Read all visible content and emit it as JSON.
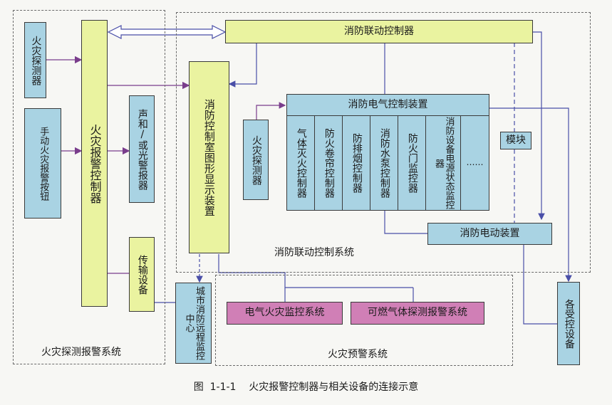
{
  "regions": {
    "fire_detection": "火灾探测报警系统",
    "fire_linkage": "消防联动控制系统",
    "fire_warning": "火灾预警系统"
  },
  "blocks": {
    "fire_detector_left": "火灾探测器",
    "manual_alarm_button": "手动火灾报警按钮",
    "fire_alarm_controller": "火灾报警控制器",
    "sound_light_alarm": "声和/或光警报器",
    "transmission_device": "传输设备",
    "linkage_controller": "消防联动控制器",
    "graphic_display": "消防控制室图形显示装置",
    "fire_detector_right": "火灾探测器",
    "electrical_control_device": "消防电气控制装置",
    "gas_extinguishing": "气体灭火控制器",
    "shutter_controller": "防火卷帘控制器",
    "smoke_exhaust": "防排烟控制器",
    "water_pump": "消防水泵控制器",
    "fire_door": "防火门监控器",
    "power_monitor": "消防设备电源状态监控器",
    "ellipsis": "……",
    "module": "模块",
    "electric_device": "消防电动装置",
    "remote_monitor_center": "城市消防远程监控中心",
    "electrical_fire_monitor": "电气火灾监控系统",
    "gas_detection_alarm": "可燃气体探测报警系统",
    "controlled_devices": "各受控设备"
  },
  "caption": "图  1-1-1    火灾报警控制器与相关设备的连接示意",
  "colors": {
    "blue_box": "#a9d3e3",
    "yellow_box": "#eaf3a0",
    "pink_box": "#d07fb6",
    "arrow_purple": "#7a3d8c",
    "arrow_blue": "#4a4fa8"
  }
}
